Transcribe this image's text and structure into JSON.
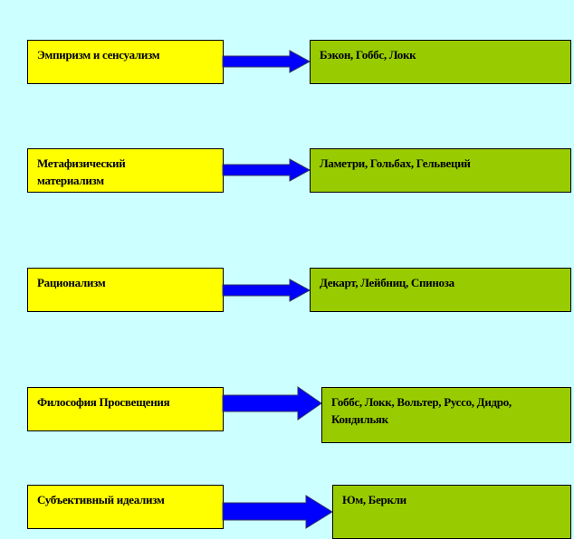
{
  "colors": {
    "background": "#ccffff",
    "concept_box": "#ffff00",
    "thinkers_box": "#99cc00",
    "arrow": "#0000ff"
  },
  "rows": [
    {
      "concept": "Эмпиризм и сенсуализм",
      "thinkers": "Бэкон, Гоббс, Локк"
    },
    {
      "concept": "Метафизический материализм",
      "thinkers": "Ламетри, Гольбах, Гельвеций"
    },
    {
      "concept": "Рационализм",
      "thinkers": "Декарт, Лейбниц, Спиноза"
    },
    {
      "concept": "Философия Просвещения",
      "thinkers": "Гоббс, Локк, Вольтер, Руссо, Дидро, Кондильяк"
    },
    {
      "concept": "Субъективный идеализм",
      "thinkers": "Юм, Беркли"
    }
  ]
}
